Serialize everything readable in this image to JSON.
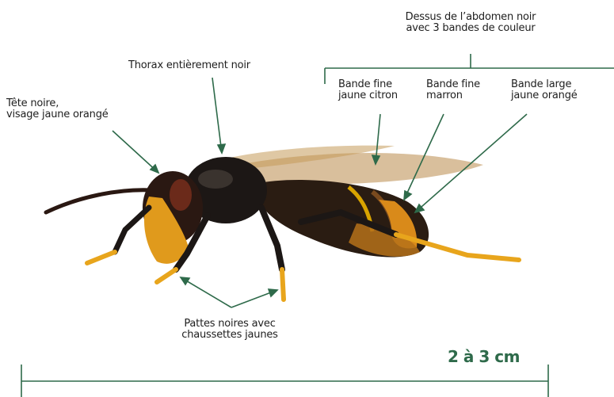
{
  "colors": {
    "line": "#2e6a4a",
    "text": "#1e1e1e",
    "size_label": "#2e6a4a"
  },
  "labels": {
    "head": [
      "Tête noire,",
      "visage jaune orangé"
    ],
    "thorax": [
      "Thorax entièrement noir"
    ],
    "abdomen": [
      "Dessus de l’abdomen noir",
      "avec 3 bandes de couleur"
    ],
    "band_lemon": [
      "Bande fine",
      "jaune citron"
    ],
    "band_brown": [
      "Bande fine",
      "marron"
    ],
    "band_orange": [
      "Bande large",
      "jaune orangé"
    ],
    "legs": [
      "Pattes noires avec",
      "chaussettes jaunes"
    ]
  },
  "size_label": "2 à 3 cm"
}
